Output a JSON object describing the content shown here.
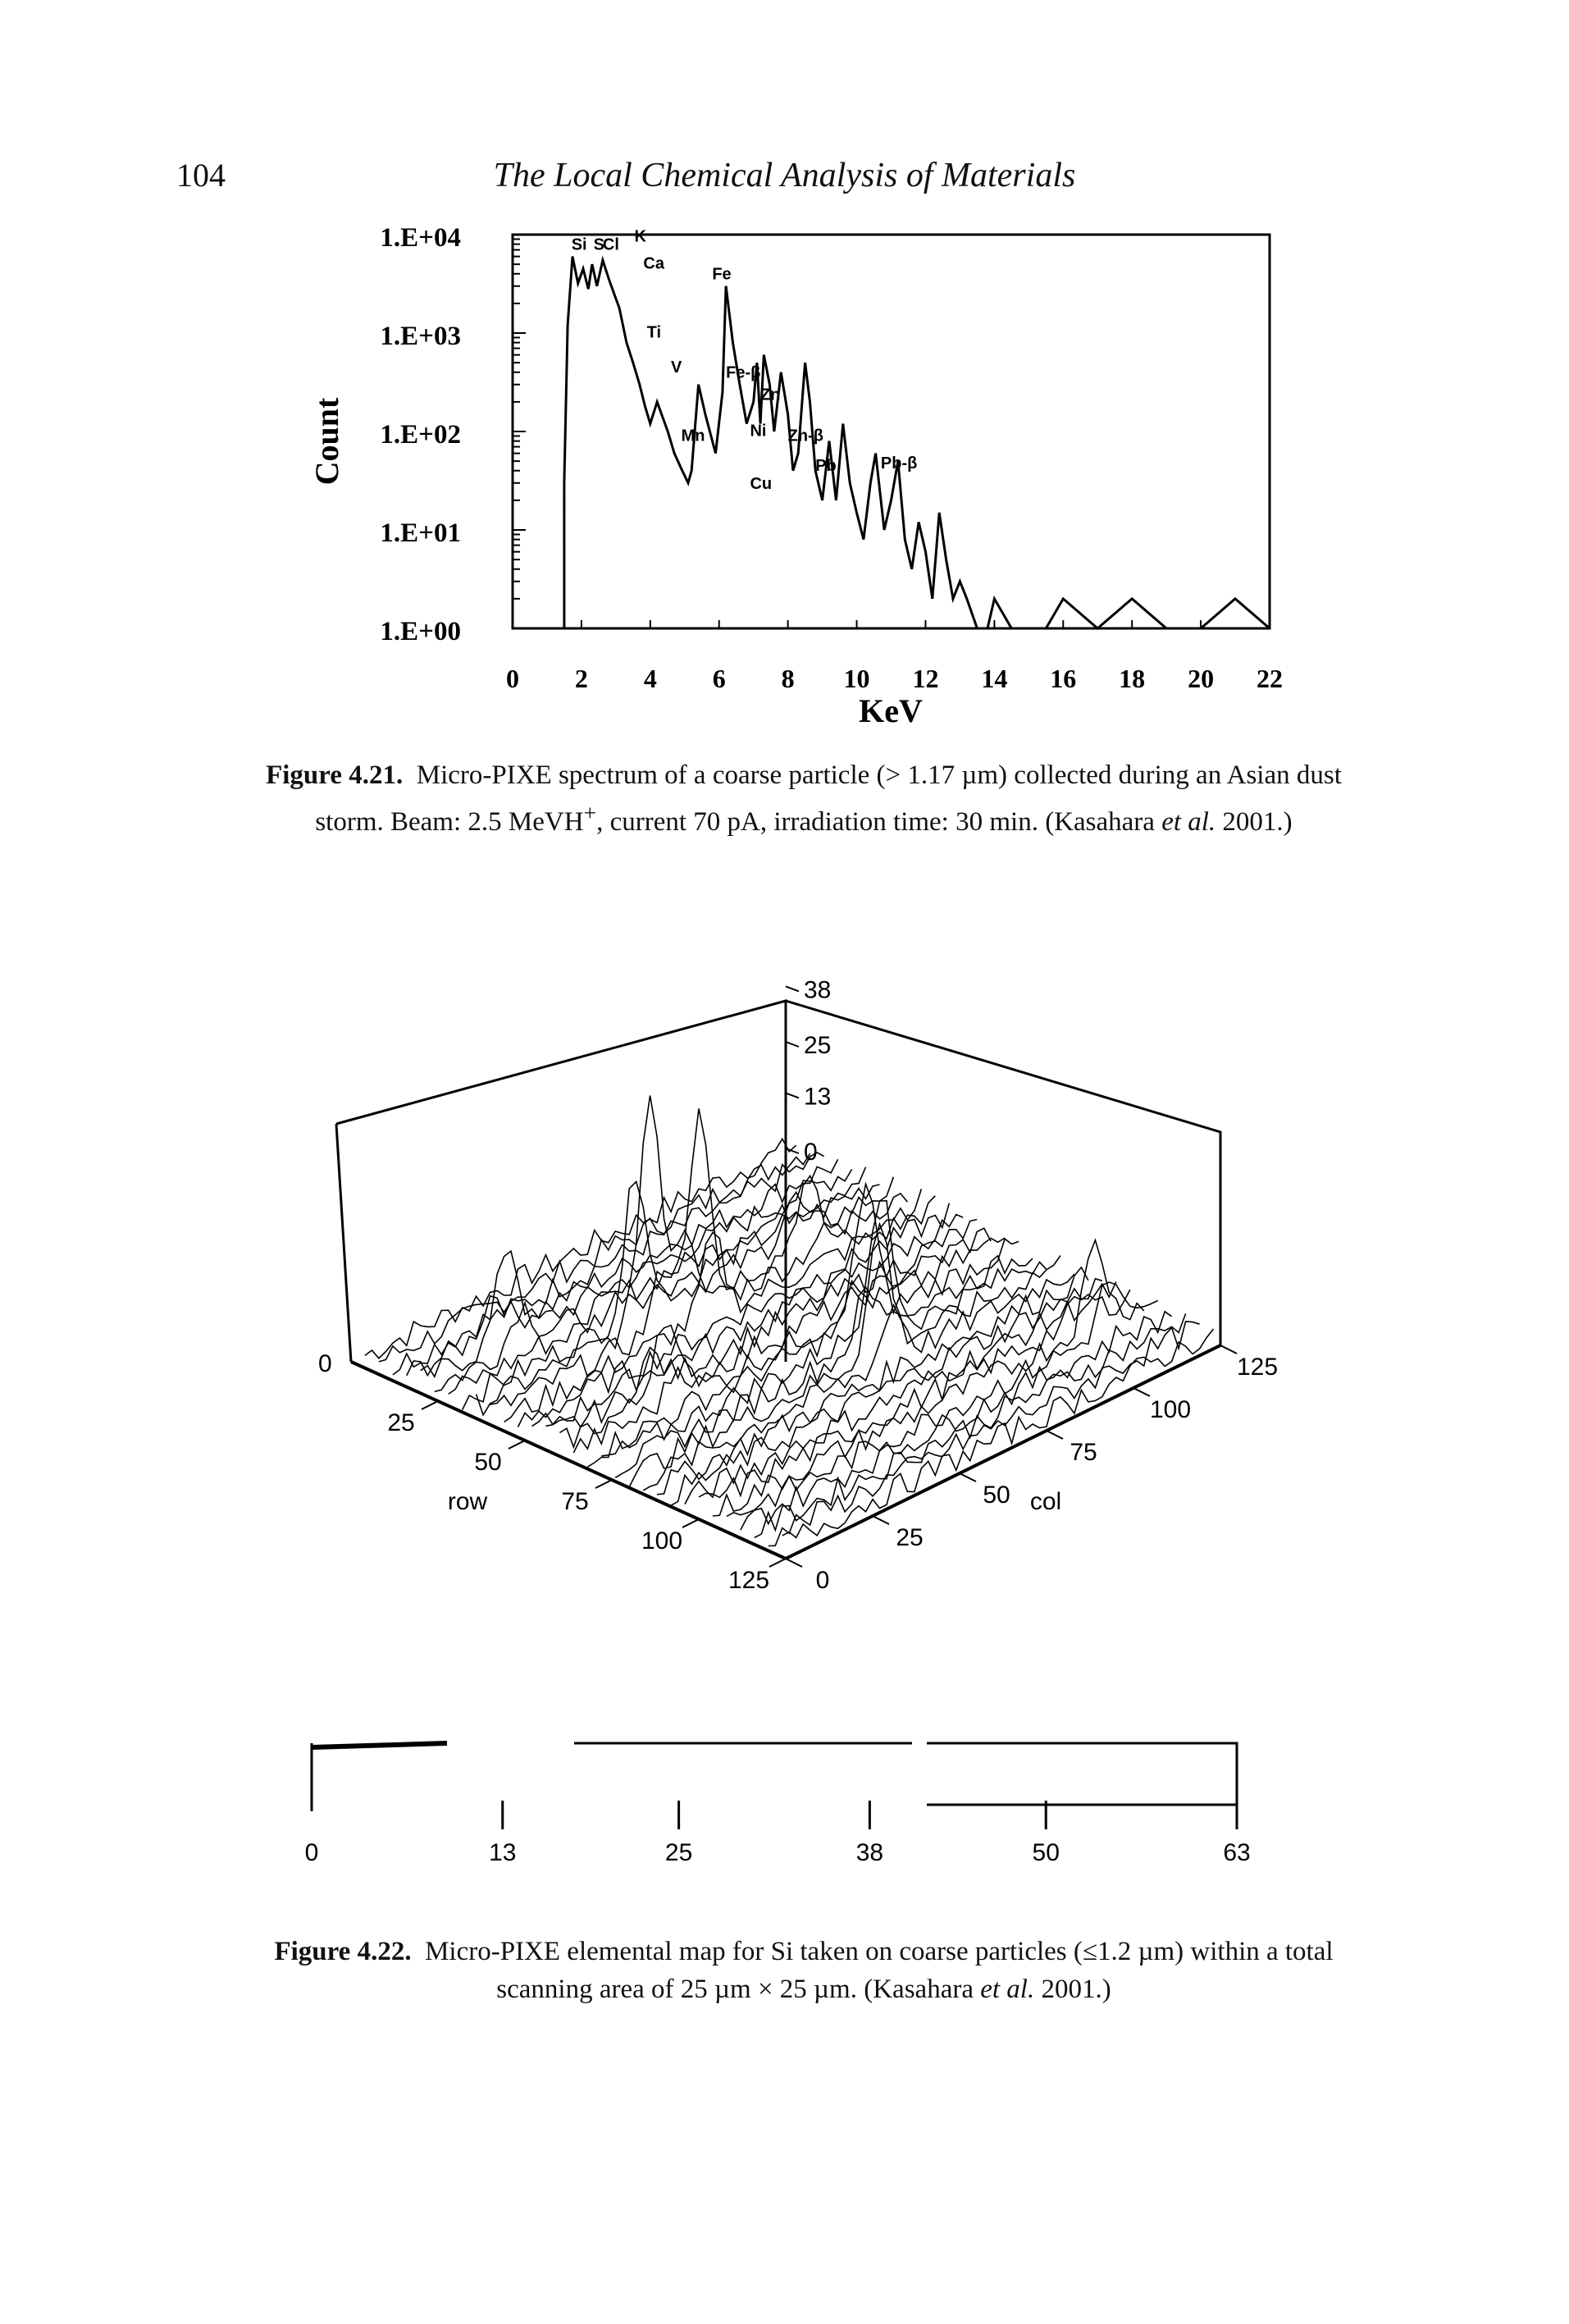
{
  "page": {
    "number": "104",
    "running_head": "The Local Chemical Analysis of Materials"
  },
  "figure1": {
    "caption_label": "Figure 4.21.",
    "caption_line1": "Micro-PIXE spectrum of a coarse particle (> 1.17 µm) collected during an Asian dust",
    "caption_line2_pre": "storm. Beam: 2.5 MeVH",
    "caption_line2_sup": "+",
    "caption_line2_mid": ", current 70 pA, irradiation time: 30 min. (Kasahara ",
    "caption_line2_ital": "et al.",
    "caption_line2_post": " 2001.)"
  },
  "figure2": {
    "caption_label": "Figure 4.22.",
    "caption_line1": "Micro-PIXE elemental map for Si taken on coarse particles (≤1.2 µm) within a total",
    "caption_line2_pre": "scanning area of 25 µm × 25 µm. (Kasahara ",
    "caption_line2_ital": "et al.",
    "caption_line2_post": " 2001.)"
  },
  "chart_data": [
    {
      "type": "line",
      "title": "",
      "xlabel": "KeV",
      "ylabel": "Count",
      "log_y": true,
      "xlim": [
        0,
        22
      ],
      "ylim": [
        1,
        10000
      ],
      "x_ticks": [
        "0",
        "2",
        "4",
        "6",
        "8",
        "10",
        "12",
        "14",
        "16",
        "18",
        "20",
        "22"
      ],
      "y_ticks": [
        "1.E+00",
        "1.E+01",
        "1.E+02",
        "1.E+03",
        "1.E+04"
      ],
      "series": [
        {
          "x": [
            1.5,
            1.6,
            1.74,
            1.9,
            2.05,
            2.2,
            2.31,
            2.45,
            2.62,
            2.8,
            2.95,
            3.1,
            3.31,
            3.5,
            3.69,
            3.85,
            4.0,
            4.2,
            4.51,
            4.7,
            4.93,
            5.1,
            5.2,
            5.4,
            5.6,
            5.9,
            6.1,
            6.2,
            6.4,
            6.6,
            6.8,
            7.0,
            7.1,
            7.2,
            7.3,
            7.47,
            7.6,
            7.8,
            8.0,
            8.15,
            8.3,
            8.5,
            8.64,
            8.8,
            9.0,
            9.2,
            9.4,
            9.6,
            9.8,
            10.0,
            10.2,
            10.4,
            10.55,
            10.8,
            11.0,
            11.2,
            11.4,
            11.6,
            11.8,
            12.0,
            12.2,
            12.4,
            12.6,
            12.8,
            13.0,
            13.2,
            13.5,
            13.8,
            14.0,
            14.5,
            15.0,
            15.5,
            16.0,
            17.0,
            18.0,
            19.0,
            20.0,
            21.0,
            22.0
          ],
          "y": [
            30,
            1200,
            6000,
            3200,
            4500,
            2800,
            5000,
            3000,
            5500,
            3500,
            2500,
            1800,
            800,
            500,
            300,
            180,
            120,
            200,
            100,
            60,
            40,
            30,
            40,
            300,
            150,
            60,
            250,
            3000,
            800,
            300,
            120,
            200,
            500,
            120,
            600,
            300,
            100,
            400,
            150,
            40,
            60,
            500,
            200,
            40,
            20,
            80,
            20,
            120,
            30,
            15,
            8,
            30,
            60,
            10,
            20,
            50,
            8,
            4,
            12,
            6,
            2,
            15,
            5,
            2,
            3,
            2,
            1,
            1,
            2,
            1,
            1,
            1,
            2,
            1,
            2,
            1,
            1,
            2,
            1
          ]
        }
      ],
      "annotations": [
        "Si",
        "S",
        "Cl",
        "K",
        "Ca",
        "Ti",
        "V",
        "Mn",
        "Fe",
        "Fe-β",
        "Zn",
        "Ni",
        "Cu",
        "Zn-β",
        "Pb",
        "Pb-β"
      ]
    },
    {
      "type": "heatmap",
      "title": "",
      "xlabel": "col",
      "ylabel": "row",
      "zlabel": "",
      "row_ticks": [
        "25",
        "50",
        "75",
        "100",
        "125"
      ],
      "col_ticks": [
        "0",
        "25",
        "50",
        "75",
        "100",
        "125"
      ],
      "z_ticks": [
        "0",
        "13",
        "25",
        "38",
        "50",
        "63"
      ],
      "zlim": [
        0,
        63
      ],
      "colorbar_ticks": [
        "0",
        "13",
        "25",
        "38",
        "50",
        "63"
      ]
    }
  ]
}
